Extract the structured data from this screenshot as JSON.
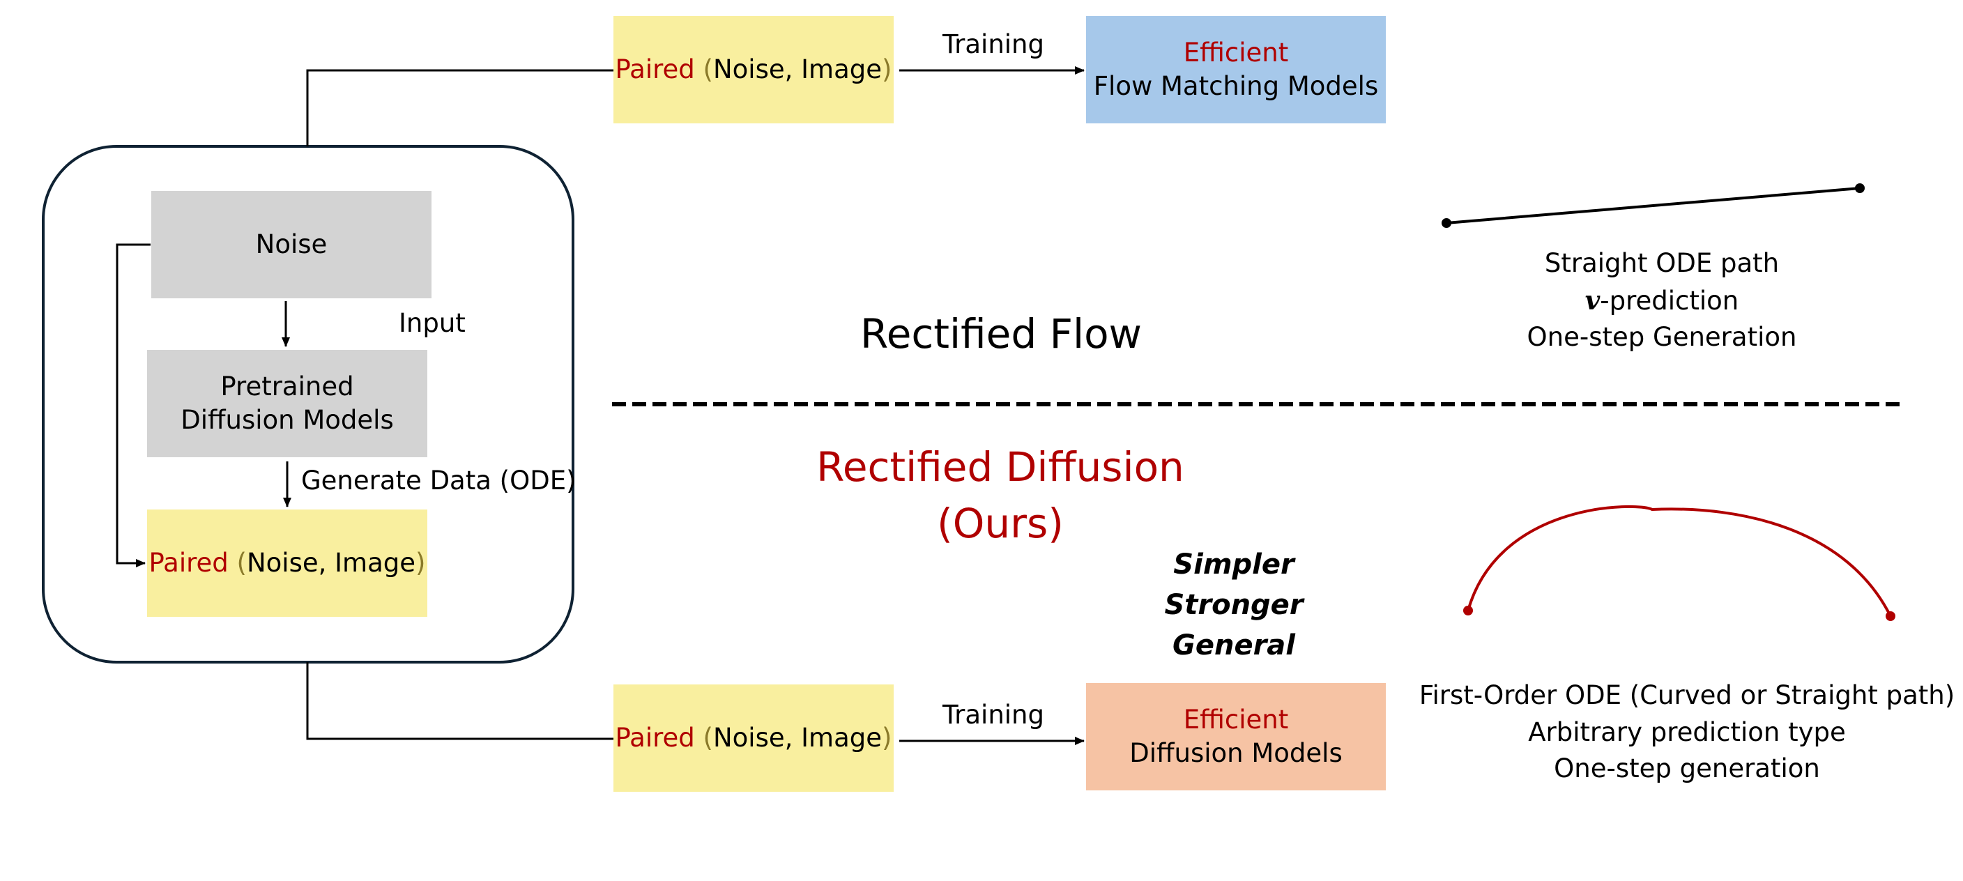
{
  "colors": {
    "red": "#b00000",
    "gray_box": "#d3d3d3",
    "yellow_box": "#f9ef9f",
    "blue_box": "#a6c8ea",
    "salmon_box": "#f6c3a4",
    "frame": "#0f2233"
  },
  "left_panel": {
    "noise": "Noise",
    "input_label": "Input",
    "pretrained_line1": "Pretrained",
    "pretrained_line2": "Diffusion Models",
    "generate_label": "Generate Data (ODE)",
    "paired_word": "Paired",
    "paired_open": "(",
    "paired_content": "Noise, Image",
    "paired_close": ")"
  },
  "top_row": {
    "paired_word": "Paired",
    "paired_open": "(",
    "paired_content": "Noise, Image",
    "paired_close": ")",
    "training_label": "Training",
    "efficient": "Efficient",
    "model_name": "Flow Matching Models"
  },
  "bottom_row": {
    "paired_word": "Paired",
    "paired_open": "(",
    "paired_content": "Noise, Image",
    "paired_close": ")",
    "training_label": "Training",
    "efficient": "Efficient",
    "model_name": "Diffusion Models"
  },
  "rectified_flow": {
    "title": "Rectified Flow",
    "line1": "Straight ODE path",
    "line2_symbol": "v",
    "line2_rest": "-prediction",
    "line3": "One-step Generation"
  },
  "rectified_diffusion": {
    "title_line1": "Rectified Diffusion",
    "title_line2": "(Ours)",
    "traits": [
      "Simpler",
      "Stronger",
      "General"
    ],
    "line1": "First-Order ODE (Curved or Straight path)",
    "line2": "Arbitrary prediction type",
    "line3": "One-step generation"
  }
}
